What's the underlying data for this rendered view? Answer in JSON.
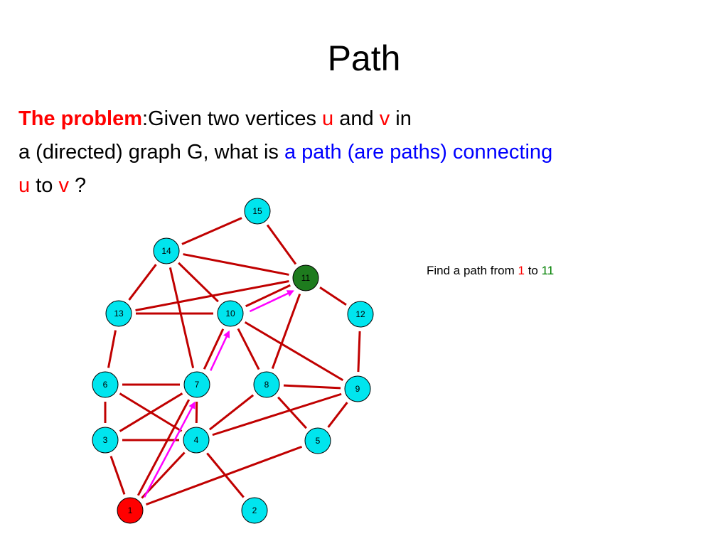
{
  "title": "Path",
  "problem": {
    "label": "The problem",
    "text1": ":Given two vertices ",
    "u": "u",
    "and": " and ",
    "v": "v",
    "in": " in",
    "text2": "a (directed) graph G, what is ",
    "highlight": "a path (are paths) connecting",
    "u2": "u",
    "to": " to ",
    "v2": "v",
    "end": " ?"
  },
  "note": {
    "prefix": "Find a path from ",
    "from": "1",
    "mid": " to ",
    "to": "11"
  },
  "colors": {
    "node_default": "#00e5ee",
    "node_start": "#ff0000",
    "node_end": "#1e7b1e",
    "edge": "#c00000",
    "path_arrow": "#ff00ff"
  },
  "graph": {
    "nodes": [
      {
        "id": "1",
        "role": "start"
      },
      {
        "id": "2",
        "role": "default"
      },
      {
        "id": "3",
        "role": "default"
      },
      {
        "id": "4",
        "role": "default"
      },
      {
        "id": "5",
        "role": "default"
      },
      {
        "id": "6",
        "role": "default"
      },
      {
        "id": "7",
        "role": "default"
      },
      {
        "id": "8",
        "role": "default"
      },
      {
        "id": "9",
        "role": "default"
      },
      {
        "id": "10",
        "role": "default"
      },
      {
        "id": "11",
        "role": "end"
      },
      {
        "id": "12",
        "role": "default"
      },
      {
        "id": "13",
        "role": "default"
      },
      {
        "id": "14",
        "role": "default"
      },
      {
        "id": "15",
        "role": "default"
      }
    ],
    "edges": [
      [
        "15",
        "14"
      ],
      [
        "15",
        "11"
      ],
      [
        "14",
        "11"
      ],
      [
        "14",
        "10"
      ],
      [
        "14",
        "13"
      ],
      [
        "14",
        "7"
      ],
      [
        "13",
        "11"
      ],
      [
        "13",
        "10"
      ],
      [
        "13",
        "6"
      ],
      [
        "11",
        "10"
      ],
      [
        "11",
        "12"
      ],
      [
        "11",
        "8"
      ],
      [
        "12",
        "9"
      ],
      [
        "10",
        "9"
      ],
      [
        "10",
        "8"
      ],
      [
        "10",
        "7"
      ],
      [
        "6",
        "7"
      ],
      [
        "6",
        "4"
      ],
      [
        "6",
        "3"
      ],
      [
        "7",
        "3"
      ],
      [
        "7",
        "4"
      ],
      [
        "7",
        "1"
      ],
      [
        "8",
        "9"
      ],
      [
        "8",
        "4"
      ],
      [
        "8",
        "5"
      ],
      [
        "9",
        "4"
      ],
      [
        "9",
        "5"
      ],
      [
        "3",
        "4"
      ],
      [
        "3",
        "1"
      ],
      [
        "4",
        "1"
      ],
      [
        "4",
        "2"
      ],
      [
        "5",
        "1"
      ]
    ],
    "path": [
      "1",
      "7",
      "10",
      "11"
    ]
  }
}
